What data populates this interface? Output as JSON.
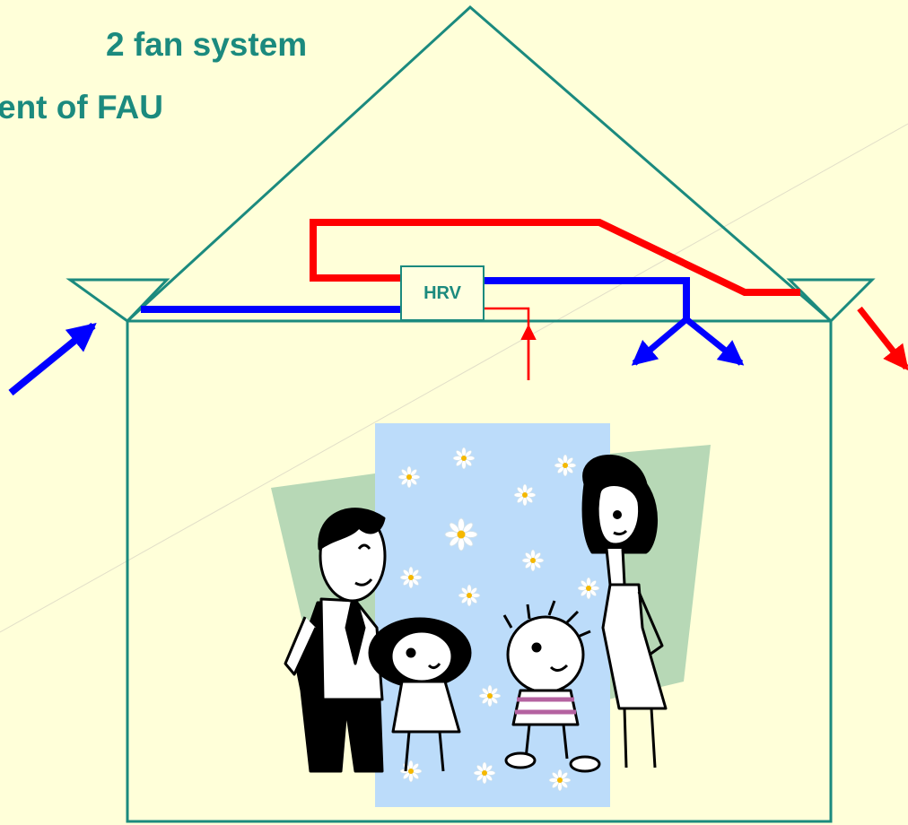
{
  "title": {
    "line1": "2 fan system",
    "line2": "ent of FAU"
  },
  "hrv": {
    "label": "HRV"
  },
  "colors": {
    "background": "#ffffd9",
    "house_outline": "#1b8a7e",
    "title_text": "#1b8a7e",
    "exhaust_duct": "#ff0000",
    "supply_duct": "#0000ff",
    "backdrop": "#bcdcfa",
    "green_panel": "#b7d8b6",
    "daisy_center": "#f5b800"
  },
  "icons": {
    "outdoor_intake_arrow": "arrow-up-right",
    "exhaust_out_arrow": "arrow-down-right",
    "supply_left_arrow": "arrow-down-left",
    "supply_right_arrow": "arrow-down-right",
    "return_grille_arrow": "arrow-up",
    "clipart": "family-of-four"
  }
}
